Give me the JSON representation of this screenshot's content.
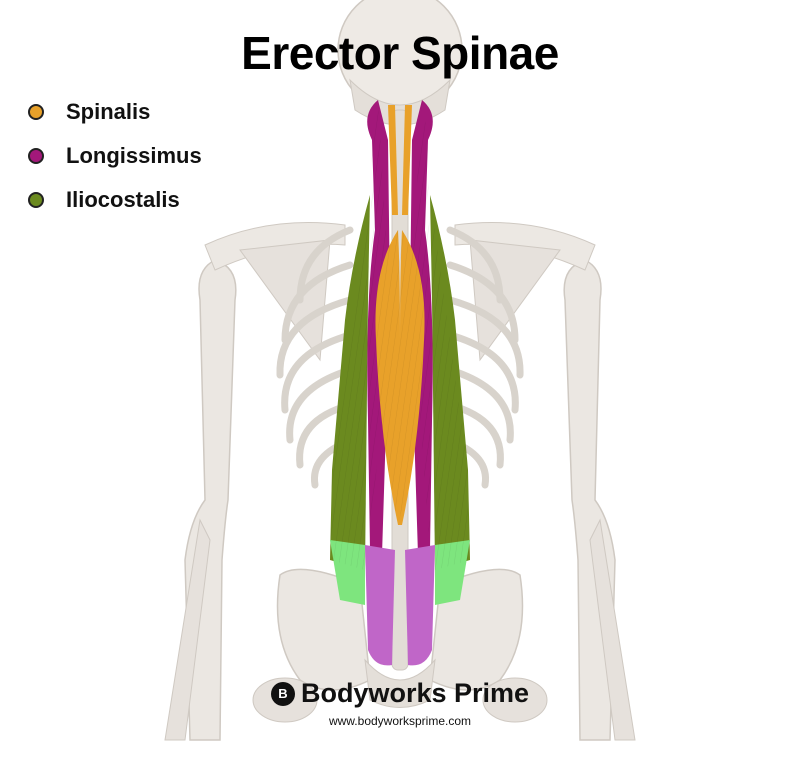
{
  "title": "Erector Spinae",
  "legend": [
    {
      "label": "Spinalis",
      "color": "#e8a12a"
    },
    {
      "label": "Longissimus",
      "color": "#a3187a"
    },
    {
      "label": "Iliocostalis",
      "color": "#6b8a1f"
    }
  ],
  "colors": {
    "bone": "#ece8e3",
    "bone_shadow": "#d2cdc6",
    "spinalis": "#e8a12a",
    "longissimus": "#a3187a",
    "longissimus_lower": "#c066c8",
    "iliocostalis": "#6b8a1f",
    "iliocostalis_lower": "#7ee57e"
  },
  "brand": {
    "logo_mark": "B",
    "name": "Bodyworks Prime",
    "url": "www.bodyworksprime.com"
  }
}
